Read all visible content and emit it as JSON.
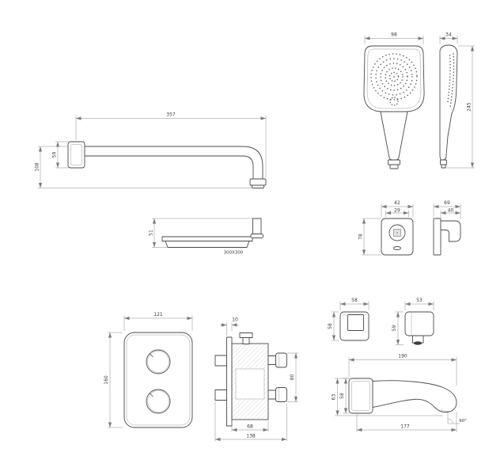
{
  "drawing": {
    "background": "#ffffff",
    "hand_shower": {
      "front_width": "98",
      "side_depth": "34",
      "height": "245"
    },
    "shower_arm": {
      "length": "357",
      "flange_height": "59",
      "drop_height": "108"
    },
    "rain_head": {
      "height": "51",
      "size_label": "300X300"
    },
    "bracket": {
      "front_width": "42",
      "front_inner_width": "29",
      "front_height": "78",
      "side_depth": "69",
      "side_width": "40"
    },
    "trim_plate": {
      "width": "121",
      "height": "160"
    },
    "valve": {
      "plate_thickness": "10",
      "handle_span": "80",
      "body_width": "68",
      "total_width": "138"
    },
    "escutcheon": {
      "width": "58",
      "height": "58"
    },
    "wall_outlet": {
      "width": "53",
      "height": "59"
    },
    "spout": {
      "length": "190",
      "height_outer": "63",
      "height_inner": "58",
      "bottom_length": "177",
      "angle": "90°"
    }
  }
}
